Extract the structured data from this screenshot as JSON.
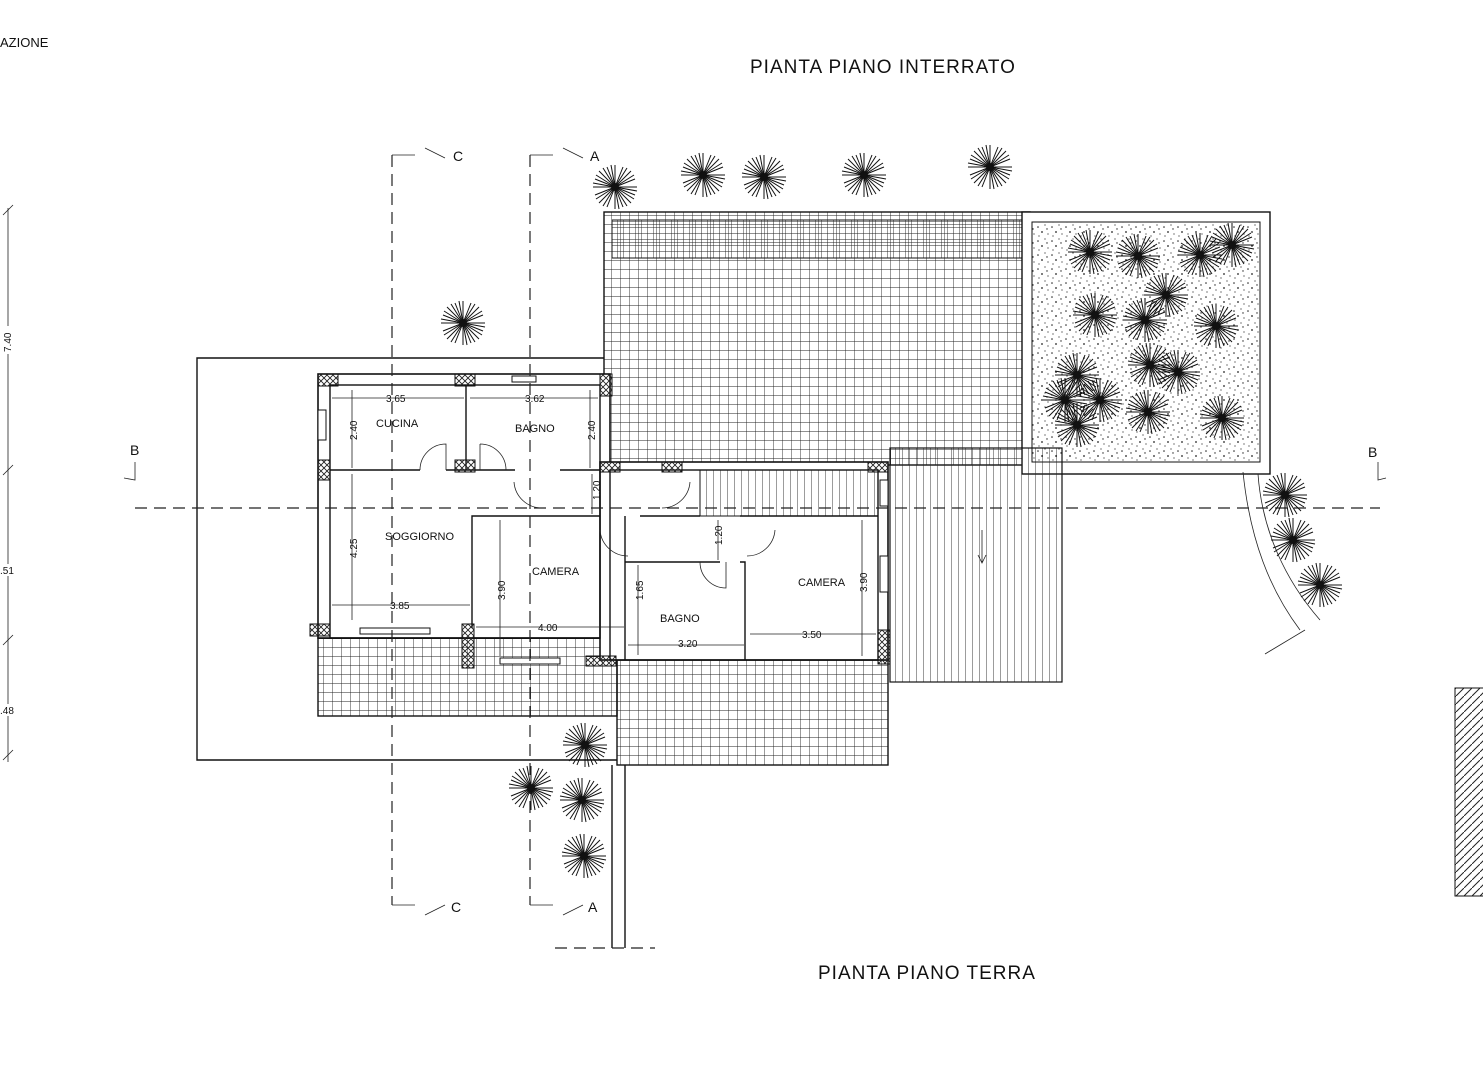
{
  "titles": {
    "top": "PIANTA PIANO INTERRATO",
    "bottom": "PIANTA PIANO TERRA",
    "cut_label": "AZIONE"
  },
  "side_dimensions": [
    "7.40",
    ".51",
    ".48"
  ],
  "sections": {
    "c": "C",
    "a": "A",
    "b": "B"
  },
  "rooms": {
    "cucina": "CUCINA",
    "bagno_1": "BAGNO",
    "soggiorno": "SOGGIORNO",
    "camera_1": "CAMERA",
    "bagno_2": "BAGNO",
    "camera_2": "CAMERA"
  },
  "dimensions": {
    "cucina_w": "3.65",
    "bagno_w": "3.62",
    "cucina_h": "2.40",
    "bagno_h": "2.40",
    "hall_h": "1.20",
    "soggiorno_h": "4.25",
    "soggiorno_w": "3.85",
    "camera1_h": "3.90",
    "camera1_w": "4.00",
    "hall2_h": "1.20",
    "bagno2_h": "1.65",
    "bagno2_w": "3.20",
    "camera2_w": "3.50",
    "camera2_h": "3.90"
  }
}
